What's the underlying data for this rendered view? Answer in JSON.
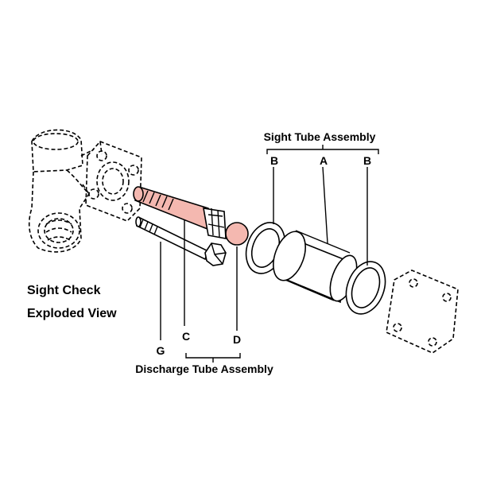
{
  "title": {
    "line1": "Sight Check",
    "line2": "Exploded View"
  },
  "assemblies": {
    "sight_tube": "Sight Tube Assembly",
    "discharge_tube": "Discharge Tube Assembly"
  },
  "callouts": {
    "A": "A",
    "B_left": "B",
    "B_right": "B",
    "C": "C",
    "D": "D",
    "G": "G"
  },
  "colors": {
    "highlight": "#f4b8b0",
    "line": "#000000",
    "background": "#ffffff"
  }
}
